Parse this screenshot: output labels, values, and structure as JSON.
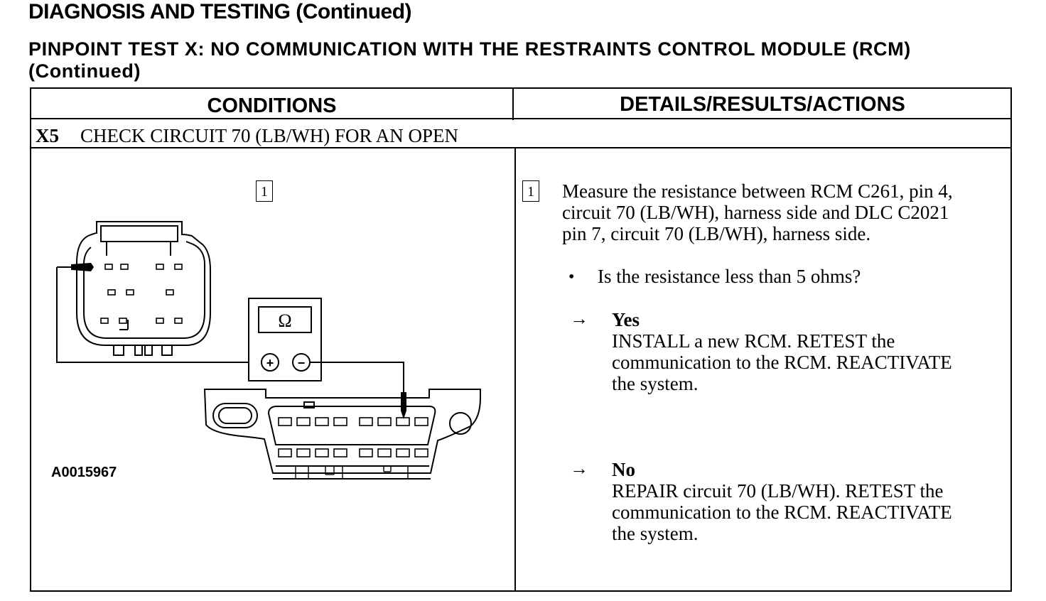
{
  "header": {
    "title": "DIAGNOSIS AND TESTING (Continued)",
    "test_title_line1": "PINPOINT TEST X: NO COMMUNICATION WITH THE RESTRAINTS CONTROL MODULE (RCM)",
    "test_title_line2": "(Continued)"
  },
  "table": {
    "col_conditions": "CONDITIONS",
    "col_details": "DETAILS/RESULTS/ACTIONS",
    "step_id": "X5",
    "step_title": "CHECK CIRCUIT 70 (LB/WH) FOR AN OPEN"
  },
  "figure": {
    "callout_number": "1",
    "meter_symbol": "Ω",
    "plus_symbol": "+",
    "minus_symbol": "−",
    "figure_id": "A0015967"
  },
  "details": {
    "step_number": "1",
    "instruction_lines": [
      "Measure the resistance between RCM C261, pin 4,",
      "circuit 70 (LB/WH), harness side and DLC C2021",
      "pin 7, circuit 70 (LB/WH), harness side."
    ],
    "bullet_symbol": "•",
    "question": "Is the resistance less than 5 ohms?",
    "arrow_symbol": "→",
    "yes": {
      "label": "Yes",
      "lines": [
        "INSTALL a new RCM. RETEST the",
        "communication to the RCM. REACTIVATE",
        "the system."
      ]
    },
    "no": {
      "label": "No",
      "lines": [
        "REPAIR circuit 70 (LB/WH). RETEST the",
        "communication to the RCM. REACTIVATE",
        "the system."
      ]
    }
  }
}
